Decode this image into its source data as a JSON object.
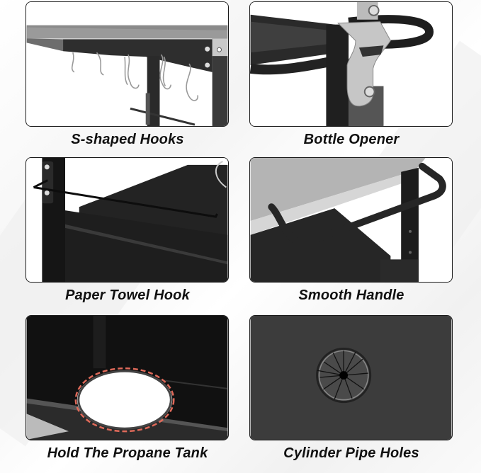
{
  "features": [
    {
      "id": "s-hooks",
      "caption": "S-shaped Hooks"
    },
    {
      "id": "bottle-opener",
      "caption": "Bottle Opener"
    },
    {
      "id": "paper-towel-hook",
      "caption": "Paper Towel Hook"
    },
    {
      "id": "smooth-handle",
      "caption": "Smooth Handle"
    },
    {
      "id": "propane-tank",
      "caption": "Hold The Propane Tank"
    },
    {
      "id": "pipe-holes",
      "caption": "Cylinder Pipe Holes"
    }
  ],
  "colors": {
    "frame": "#1a1a1a",
    "steel": "#b8b8b8",
    "dash_highlight": "#e06a5a",
    "panel_dark": "#3c3c3c"
  }
}
